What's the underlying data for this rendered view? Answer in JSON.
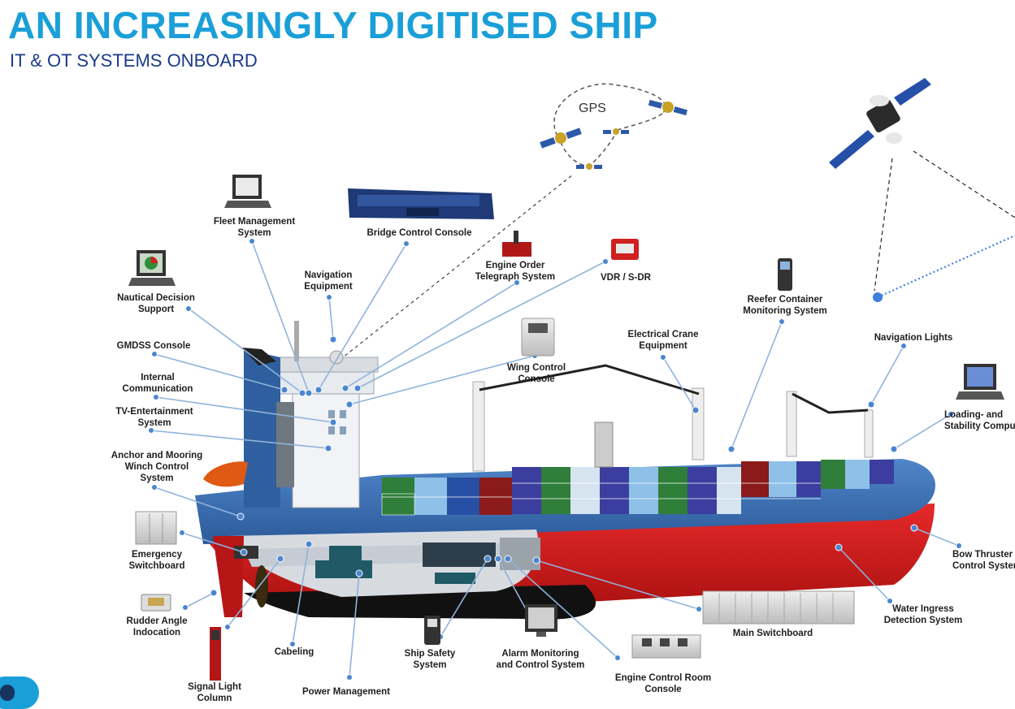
{
  "header": {
    "title": "AN INCREASINGLY DIGITISED SHIP",
    "subtitle": "IT & OT SYSTEMS ONBOARD"
  },
  "gps_label": "GPS",
  "labels": {
    "fleet": [
      "Fleet Management",
      "System"
    ],
    "bridge": [
      "Bridge Control Console"
    ],
    "navequip": [
      "Navigation",
      "Equipment"
    ],
    "engineorder": [
      "Engine Order",
      "Telegraph System"
    ],
    "vdr": [
      "VDR / S-DR"
    ],
    "nautical": [
      "Nautical Decision",
      "Support"
    ],
    "gmdss": [
      "GMDSS Console"
    ],
    "internal": [
      "Internal",
      "Communication"
    ],
    "tv": [
      "TV-Entertainment",
      "System"
    ],
    "anchor": [
      "Anchor and Mooring",
      "Winch Control",
      "System"
    ],
    "wing": [
      "Wing Control",
      "Console"
    ],
    "crane": [
      "Electrical Crane",
      "Equipment"
    ],
    "reefer": [
      "Reefer Container",
      "Monitoring System"
    ],
    "navlights": [
      "Navigation Lights"
    ],
    "loading": [
      "Loading- and",
      "Stability Comput"
    ],
    "emergency": [
      "Emergency",
      "Switchboard"
    ],
    "rudder": [
      "Rudder Angle",
      "Indocation"
    ],
    "signal": [
      "Signal Light",
      "Column"
    ],
    "cabeling": [
      "Cabeling"
    ],
    "power": [
      "Power Management"
    ],
    "safety": [
      "Ship Safety",
      "System"
    ],
    "alarm": [
      "Alarm Monitoring",
      "and Control System"
    ],
    "ecr": [
      "Engine Control Room",
      "Console"
    ],
    "mainsw": [
      "Main Switchboard"
    ],
    "water": [
      "Water Ingress",
      "Detection System"
    ],
    "bow": [
      "Bow Thruster",
      "Control System"
    ]
  },
  "colors": {
    "title": "#1a9fd8",
    "subtitle": "#1b3a8c",
    "hull_blue": "#3a6fb5",
    "hull_red": "#d81e1e",
    "leader_line": "#8fb3dc",
    "leader_dot": "#4a86d0",
    "satellite_link": "#3f7fe0"
  }
}
